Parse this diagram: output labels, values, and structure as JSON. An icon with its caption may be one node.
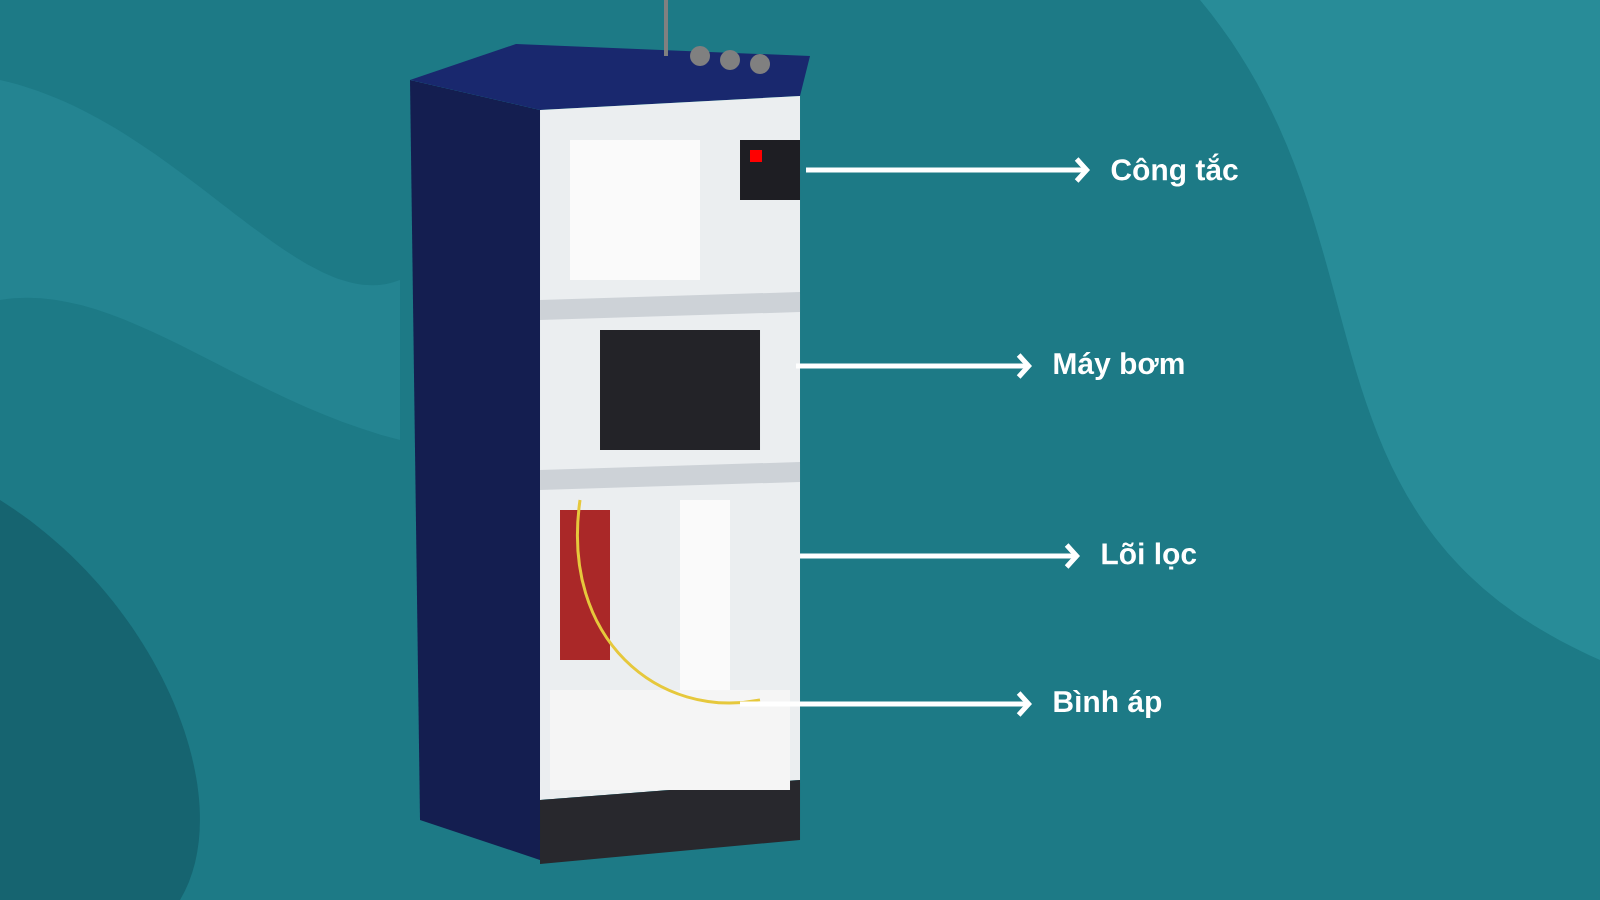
{
  "diagram": {
    "nodes": [
      {
        "text": [
          "Công tắc"
        ]
      },
      {
        "text": [
          "Máy bơm"
        ]
      },
      {
        "text": [
          "Lõi lọc"
        ]
      },
      {
        "text": [
          "Bình áp"
        ]
      }
    ],
    "edges": [
      {
        "from": null,
        "to": 0,
        "arrow": "to"
      },
      {
        "from": null,
        "to": 1,
        "arrow": "to"
      },
      {
        "from": null,
        "to": 2,
        "arrow": "to"
      },
      {
        "from": null,
        "to": 3,
        "arrow": "to"
      }
    ]
  }
}
